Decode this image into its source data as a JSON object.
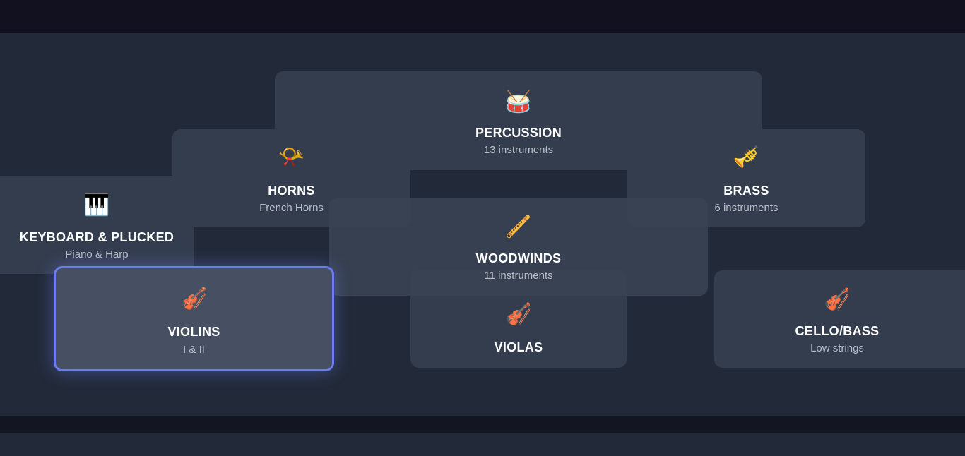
{
  "sections": {
    "percussion": {
      "icon": "timpani-icon",
      "glyph": "🥁",
      "title": "PERCUSSION",
      "subtitle": "13 instruments"
    },
    "horns": {
      "icon": "french-horn-icon",
      "glyph": "📯",
      "title": "HORNS",
      "subtitle": "French Horns"
    },
    "brass": {
      "icon": "trumpet-icon",
      "glyph": "🎺",
      "title": "BRASS",
      "subtitle": "6 instruments"
    },
    "keyboard": {
      "icon": "piano-keys-icon",
      "glyph": "🎹",
      "title": "KEYBOARD & PLUCKED",
      "subtitle": "Piano & Harp"
    },
    "woodwinds": {
      "icon": "flute-icon",
      "glyph": "🪈",
      "title": "WOODWINDS",
      "subtitle": "11 instruments"
    },
    "violins": {
      "icon": "violin-icon",
      "glyph": "🎻",
      "title": "VIOLINS",
      "subtitle": "I & II",
      "selected": true
    },
    "violas": {
      "icon": "viola-icon",
      "glyph": "🎻",
      "title": "VIOLAS"
    },
    "cello_bass": {
      "icon": "cello-icon",
      "glyph": "🎻",
      "title": "CELLO/BASS",
      "subtitle": "Low strings"
    }
  },
  "colors": {
    "accent": "#6a7cf0",
    "card": "#343d4e",
    "stage": "#222a39",
    "bar": "#11111f"
  }
}
